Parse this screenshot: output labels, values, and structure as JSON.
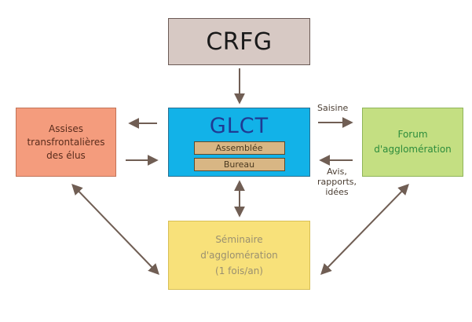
{
  "nodes": {
    "crfg": {
      "label": "CRFG"
    },
    "glct": {
      "label": "GLCT",
      "sub1": "Assemblée",
      "sub2": "Bureau"
    },
    "assises": {
      "line1": "Assises",
      "line2": "transfrontalières",
      "line3": "des élus"
    },
    "forum": {
      "line1": "Forum",
      "line2": "d'agglomération"
    },
    "seminaire": {
      "line1": "Séminaire",
      "line2": "d'agglomération",
      "line3": "(1 fois/an)"
    }
  },
  "edge_labels": {
    "saisine": "Saisine",
    "avis_line1": "Avis,",
    "avis_line2": "rapports,",
    "avis_line3": "idées"
  },
  "colors": {
    "arrow": "#705e54",
    "crfg": "#d7c9c4",
    "glct": "#12b2e8",
    "assises": "#f49c7d",
    "forum": "#c4df82",
    "seminaire": "#f8e17a"
  }
}
